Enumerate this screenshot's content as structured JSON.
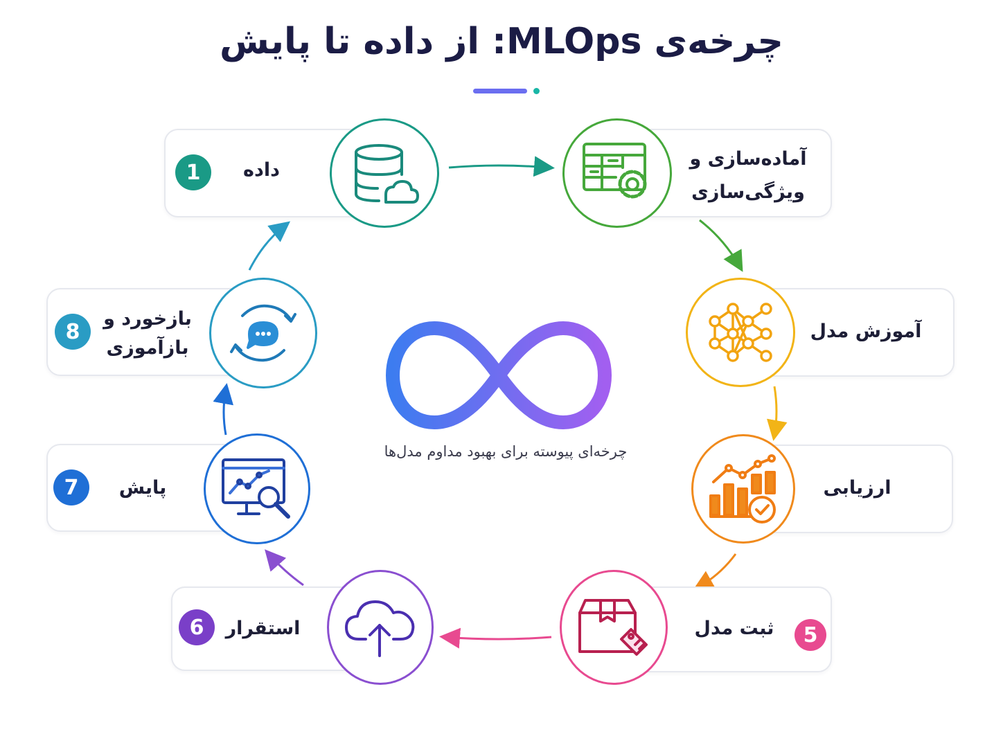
{
  "title": "چرخه‌ی MLOps: از داده تا پایش",
  "caption": "چرخه‌ای پیوسته برای بهبود مداوم مدل‌ها",
  "colors": {
    "title": "#1b1c45",
    "title_bar": "#6b6ef0",
    "title_dot": "#19b6a6",
    "infinity_start": "#3d7cf0",
    "infinity_end": "#a25ff0"
  },
  "steps": [
    {
      "number": "1",
      "label": "داده",
      "icon": "database-cloud-icon",
      "color": "#1a9a86"
    },
    {
      "number": "",
      "label_line1": "آماده‌سازی و",
      "label_line2": "ویژگی‌سازی",
      "icon": "table-gear-icon",
      "color": "#46a83b"
    },
    {
      "number": "",
      "label": "آموزش مدل",
      "icon": "neural-network-icon",
      "color": "#f2b417"
    },
    {
      "number": "",
      "label": "ارزیابی",
      "icon": "bar-chart-check-icon",
      "color": "#f08a1c"
    },
    {
      "number": "5",
      "label": "ثبت مدل",
      "icon": "box-tag-icon",
      "color": "#e84a90"
    },
    {
      "number": "6",
      "label": "استقرار",
      "icon": "cloud-upload-icon",
      "color": "#7a3fc8"
    },
    {
      "number": "7",
      "label": "پایش",
      "icon": "monitor-magnifier-icon",
      "color": "#1f6fd6"
    },
    {
      "number": "8",
      "label_line1": "بازخورد و",
      "label_line2": "بازآموزی",
      "icon": "chat-refresh-icon",
      "color": "#2a9cc4"
    }
  ]
}
